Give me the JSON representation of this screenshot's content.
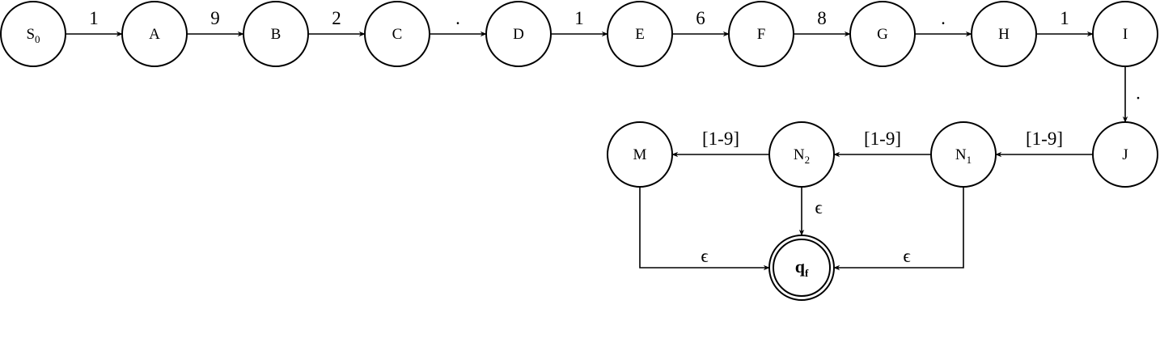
{
  "diagram": {
    "states": [
      {
        "id": "S0",
        "name": "S",
        "sub": "0"
      },
      {
        "id": "A",
        "name": "A"
      },
      {
        "id": "B",
        "name": "B"
      },
      {
        "id": "C",
        "name": "C"
      },
      {
        "id": "D",
        "name": "D"
      },
      {
        "id": "E",
        "name": "E"
      },
      {
        "id": "F",
        "name": "F"
      },
      {
        "id": "G",
        "name": "G"
      },
      {
        "id": "H",
        "name": "H"
      },
      {
        "id": "I",
        "name": "I"
      },
      {
        "id": "J",
        "name": "J"
      },
      {
        "id": "N1",
        "name": "N",
        "sub": "1"
      },
      {
        "id": "N2",
        "name": "N",
        "sub": "2"
      },
      {
        "id": "M",
        "name": "M"
      },
      {
        "id": "qf",
        "name": "q",
        "sub": "f",
        "final": true
      }
    ],
    "transitions": [
      {
        "from": "S0",
        "to": "A",
        "label": "1"
      },
      {
        "from": "A",
        "to": "B",
        "label": "9"
      },
      {
        "from": "B",
        "to": "C",
        "label": "2"
      },
      {
        "from": "C",
        "to": "D",
        "label": "."
      },
      {
        "from": "D",
        "to": "E",
        "label": "1"
      },
      {
        "from": "E",
        "to": "F",
        "label": "6"
      },
      {
        "from": "F",
        "to": "G",
        "label": "8"
      },
      {
        "from": "G",
        "to": "H",
        "label": "."
      },
      {
        "from": "H",
        "to": "I",
        "label": "1"
      },
      {
        "from": "I",
        "to": "J",
        "label": "."
      },
      {
        "from": "J",
        "to": "N1",
        "label": "[1-9]"
      },
      {
        "from": "N1",
        "to": "N2",
        "label": "[1-9]"
      },
      {
        "from": "N2",
        "to": "M",
        "label": "[1-9]"
      },
      {
        "from": "N2",
        "to": "qf",
        "label": "ϵ"
      },
      {
        "from": "M",
        "to": "qf",
        "label": "ϵ"
      },
      {
        "from": "N1",
        "to": "qf",
        "label": "ϵ"
      }
    ]
  }
}
